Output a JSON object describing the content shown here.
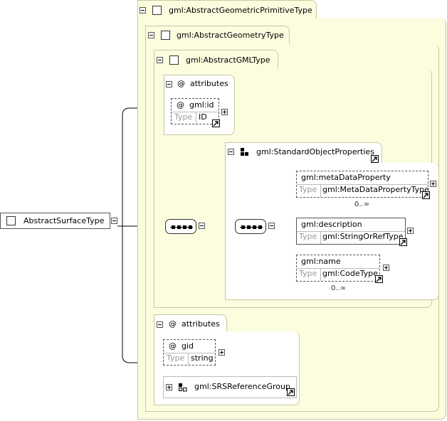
{
  "root_element": "AbstractSurfaceType",
  "type_outer": "gml:AbstractGeometricPrimitiveType",
  "type_geometry": "gml:AbstractGeometryType",
  "type_gml": "gml:AbstractGMLType",
  "attr_symbol": "@",
  "attributes_label": "attributes",
  "type_label": "Type",
  "attr_id": {
    "name": "gml:id",
    "type": "ID"
  },
  "group_std": "gml:StandardObjectProperties",
  "meta": {
    "name": "gml:metaDataProperty",
    "type": "gml:MetaDataPropertyType",
    "occurs": "0..∞"
  },
  "desc": {
    "name": "gml:description",
    "type": "gml:StringOrRefType"
  },
  "nm": {
    "name": "gml:name",
    "type": "gml:CodeType",
    "occurs": "0..∞"
  },
  "attr_gid": {
    "name": "gid",
    "type": "string"
  },
  "group_srs": "gml:SRSReferenceGroup"
}
